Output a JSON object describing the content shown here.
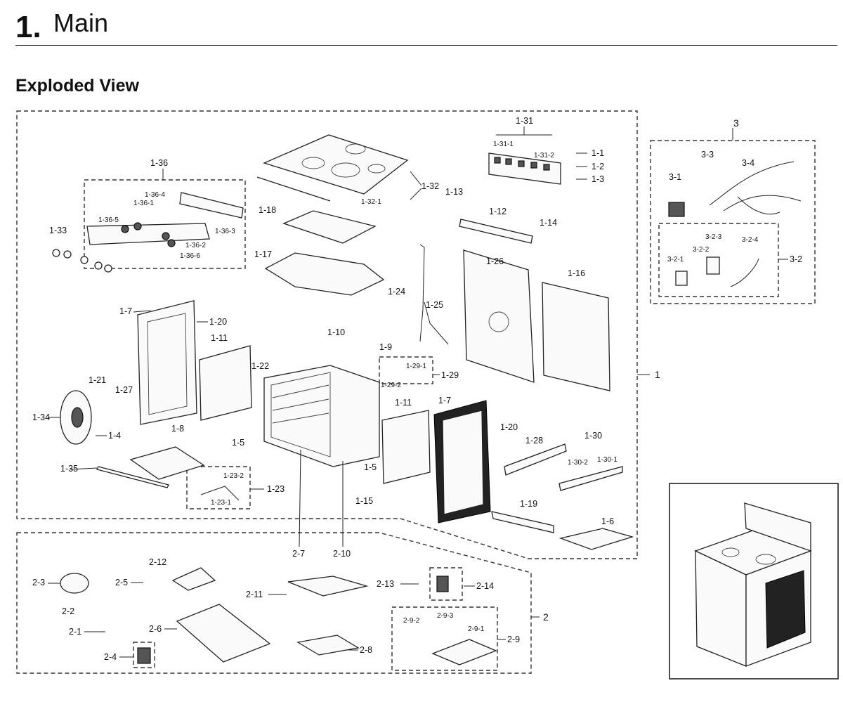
{
  "header": {
    "section_number": "1.",
    "section_title": "Main",
    "subtitle": "Exploded View"
  },
  "groups": {
    "main_assembly": "1",
    "lower_assembly": "2",
    "wiring_assembly": "3"
  },
  "labels": {
    "p1_31": "1-31",
    "p1_31_1": "1-31-1",
    "p1_31_2": "1-31-2",
    "p1_1": "1-1",
    "p1_2": "1-2",
    "p1_3": "1-3",
    "p1_32": "1-32",
    "p1_32_1": "1-32-1",
    "p1_36": "1-36",
    "p1_36_4": "1-36-4",
    "p1_36_1": "1-36-1",
    "p1_36_5": "1-36-5",
    "p1_36_3": "1-36-3",
    "p1_36_2": "1-36-2",
    "p1_36_6": "1-36-6",
    "p1_33": "1-33",
    "p1_18": "1-18",
    "p1_13": "1-13",
    "p1_12": "1-12",
    "p1_14": "1-14",
    "p1_17": "1-17",
    "p1_26": "1-26",
    "p1_16": "1-16",
    "p1_24": "1-24",
    "p1_25": "1-25",
    "p1_7a": "1-7",
    "p1_20a": "1-20",
    "p1_11a": "1-11",
    "p1_10": "1-10",
    "p1_9": "1-9",
    "p1_29_1": "1-29-1",
    "p1_29_2": "1-29-2",
    "p1_29": "1-29",
    "p1_21": "1-21",
    "p1_27": "1-27",
    "p1_22": "1-22",
    "p1_34": "1-34",
    "p1_4": "1-4",
    "p1_8": "1-8",
    "p1_5a": "1-5",
    "p1_5b": "1-5",
    "p1_11b": "1-11",
    "p1_7b": "1-7",
    "p1_20b": "1-20",
    "p1_28": "1-28",
    "p1_30": "1-30",
    "p1_30_2": "1-30-2",
    "p1_30_1": "1-30-1",
    "p1_35": "1-35",
    "p1_23_2": "1-23-2",
    "p1_23_1": "1-23-1",
    "p1_23": "1-23",
    "p1_15": "1-15",
    "p1_19": "1-19",
    "p1_6": "1-6",
    "p2_7": "2-7",
    "p2_10": "2-10",
    "p2_12": "2-12",
    "p2_3": "2-3",
    "p2_5": "2-5",
    "p2_11": "2-11",
    "p2_13": "2-13",
    "p2_14": "2-14",
    "p2_2": "2-2",
    "p2_1": "2-1",
    "p2_6": "2-6",
    "p2_4": "2-4",
    "p2_8": "2-8",
    "p2_9_2": "2-9-2",
    "p2_9_3": "2-9-3",
    "p2_9_1": "2-9-1",
    "p2_9": "2-9",
    "p3_3": "3-3",
    "p3_4": "3-4",
    "p3_1": "3-1",
    "p3_2_3": "3-2-3",
    "p3_2_2": "3-2-2",
    "p3_2_4": "3-2-4",
    "p3_2_1": "3-2-1",
    "p3_2": "3-2"
  }
}
